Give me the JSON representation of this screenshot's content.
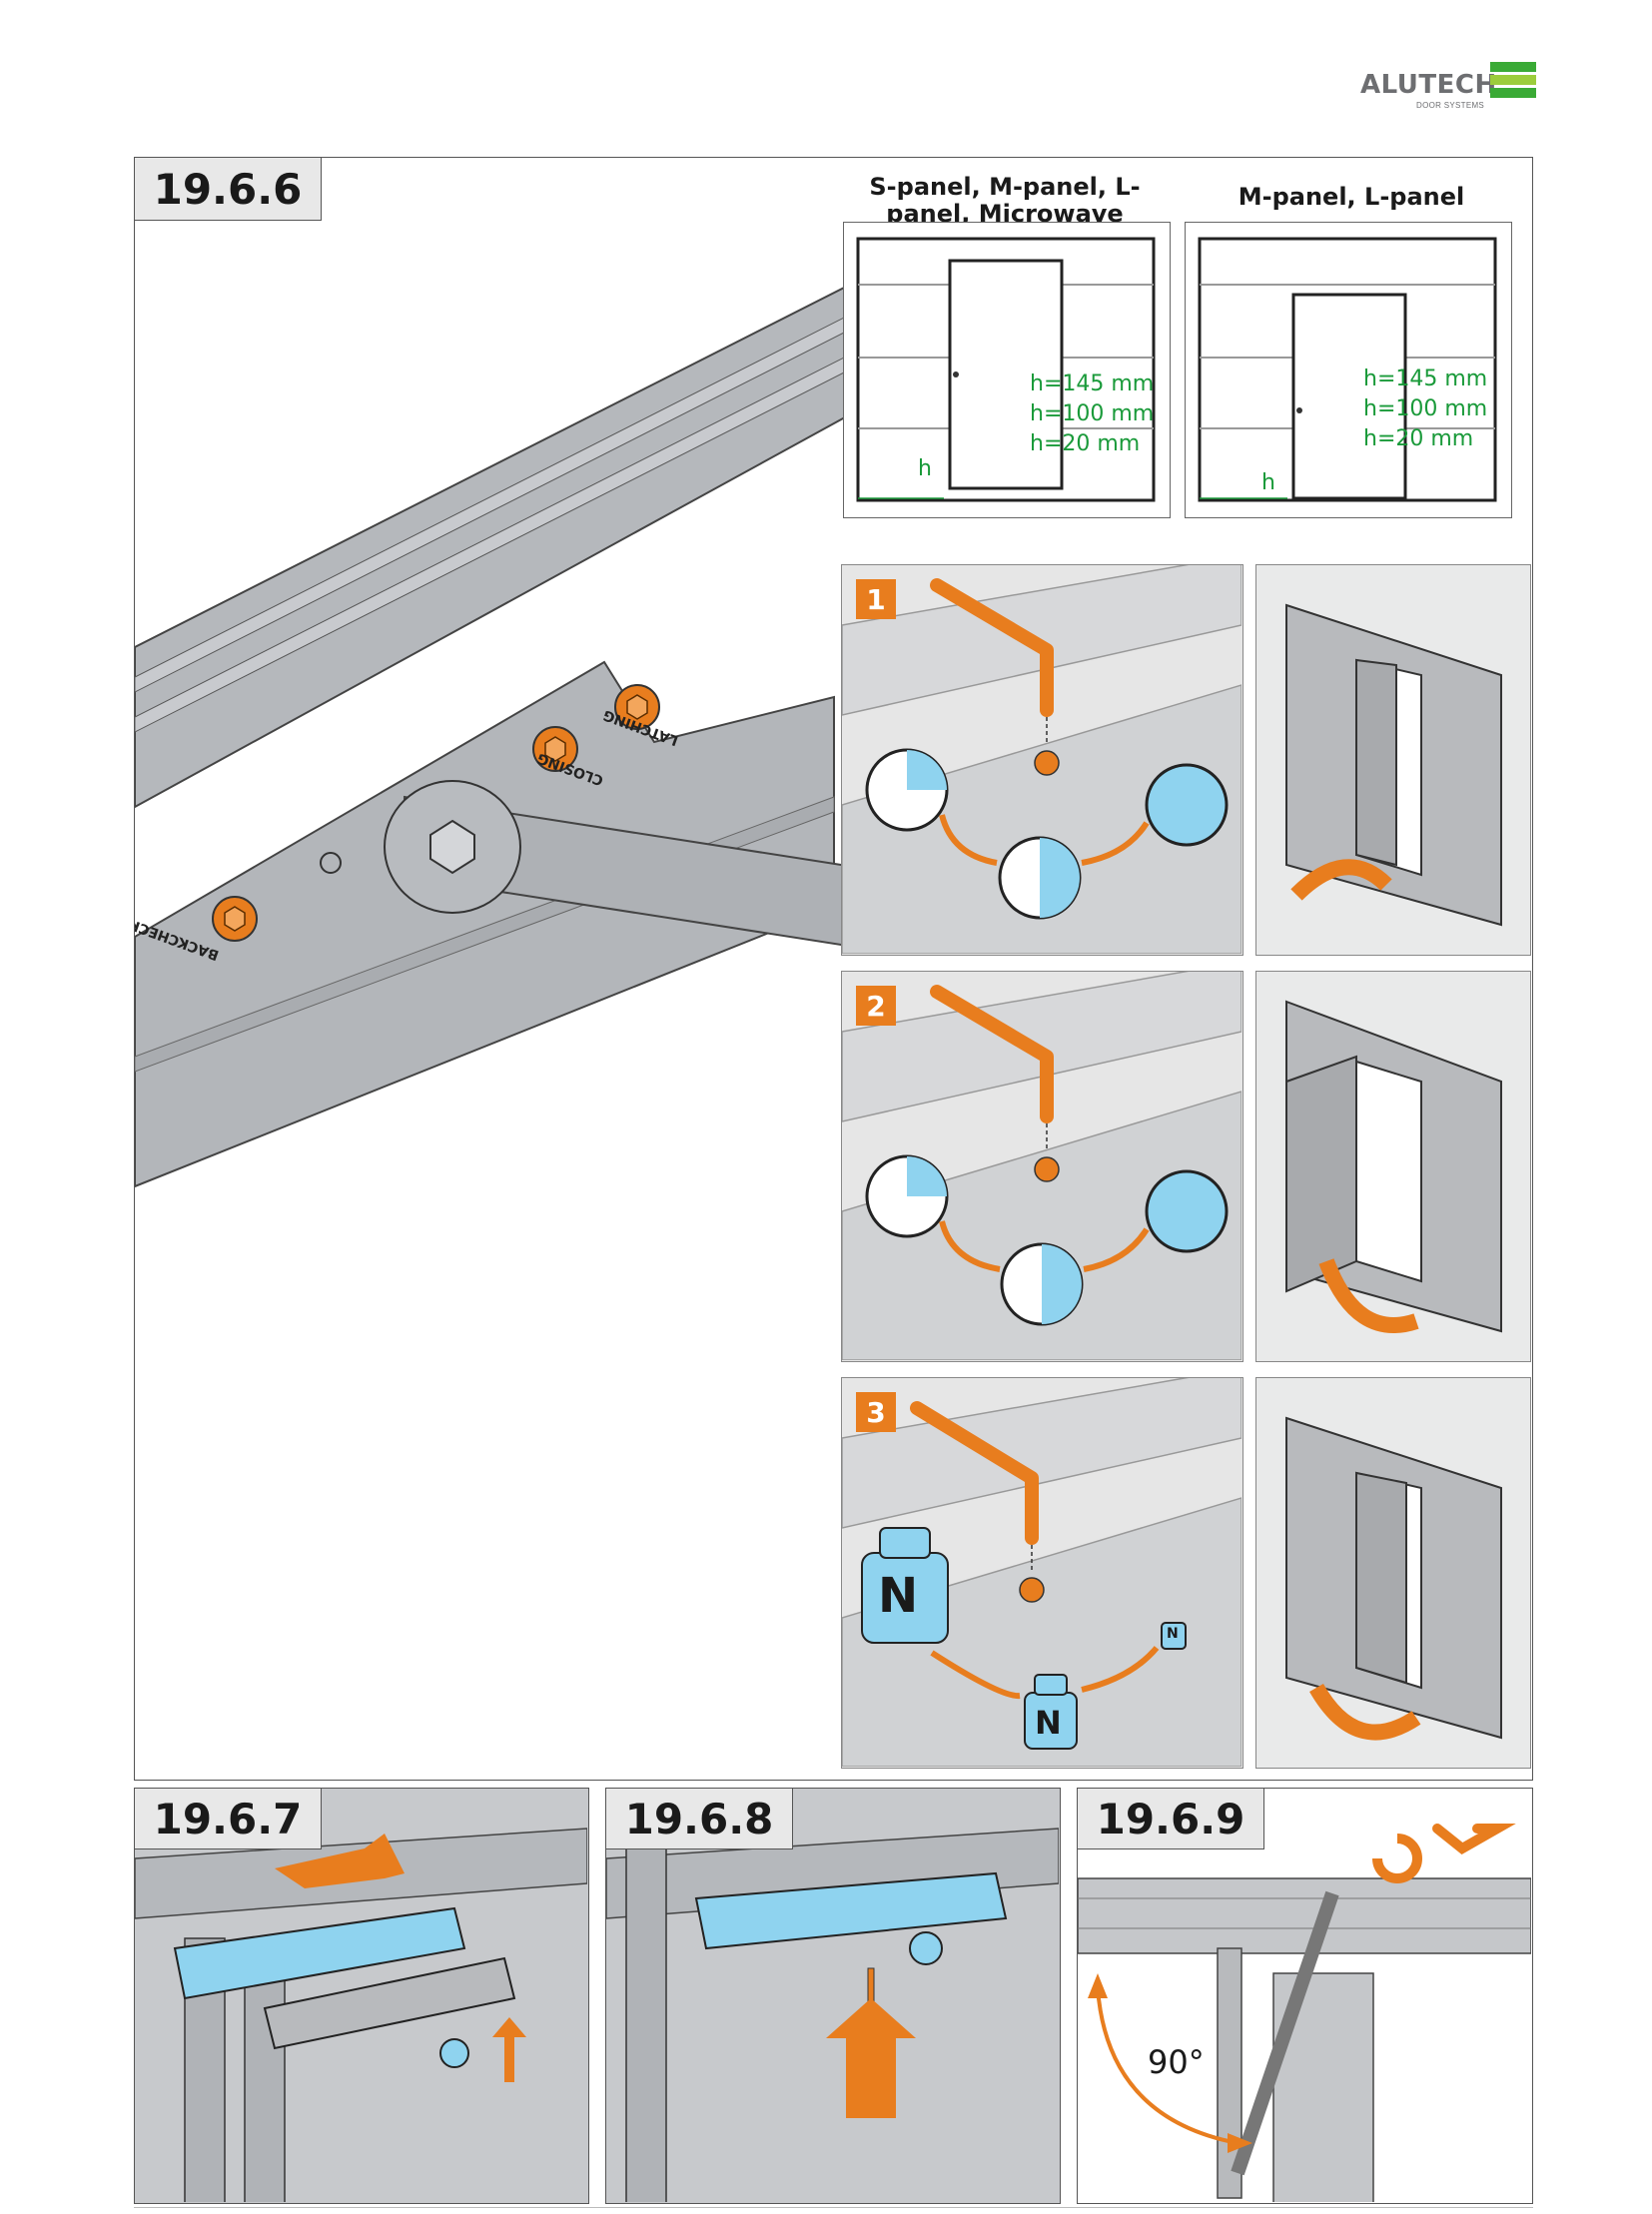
{
  "logo": {
    "name": "ALUTECH",
    "sub": "DOOR SYSTEMS",
    "colors": [
      "#3aaa35",
      "#9ccd3c",
      "#3aaa35"
    ]
  },
  "steps": {
    "main": "19.6.6",
    "s7": "19.6.7",
    "s8": "19.6.8",
    "s9": "19.6.9"
  },
  "panels": {
    "left_title": "S-panel, M-panel, L-panel, Microwave",
    "right_title": "M-panel, L-panel",
    "heights": [
      "h=145 mm",
      "h=100 mm",
      "h=20 mm"
    ],
    "h_label": "h"
  },
  "closer_labels": {
    "latching": "LATCHING",
    "closing": "CLOSING",
    "backcheck": "BACKCHECK"
  },
  "substeps": [
    "1",
    "2",
    "3"
  ],
  "weights": {
    "big": "N",
    "mid": "N",
    "small": "N"
  },
  "angle": "90°",
  "colors": {
    "orange": "#e87d1e",
    "blue": "#8fd3ef",
    "green": "#1a9a3a",
    "gray": "#b8babd"
  }
}
